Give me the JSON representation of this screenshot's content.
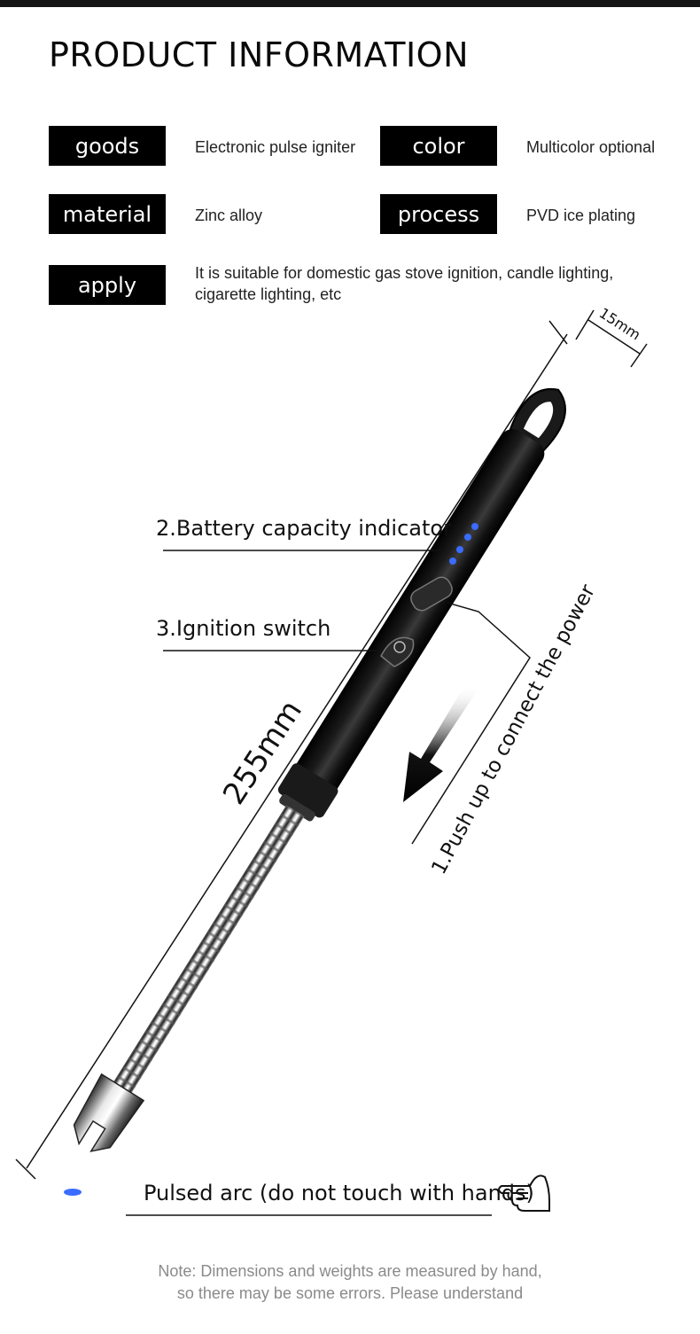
{
  "title": "PRODUCT INFORMATION",
  "specs": [
    {
      "tag": "goods",
      "value": "Electronic pulse igniter"
    },
    {
      "tag": "color",
      "value": "Multicolor optional"
    },
    {
      "tag": "material",
      "value": "Zinc alloy"
    },
    {
      "tag": "process",
      "value": "PVD ice plating"
    },
    {
      "tag": "apply",
      "value_line1": "It is suitable for domestic gas stove ignition, candle lighting,",
      "value_line2": "cigarette lighting, etc"
    }
  ],
  "diagram": {
    "width_label": "15mm",
    "length_label": "255mm",
    "callout_battery": "2.Battery capacity indicator",
    "callout_switch": "3.Ignition switch",
    "callout_push": "1.Push up to connect the power",
    "callout_arc": "Pulsed arc (do not touch with hands)",
    "indicator_color": "#3a6cff"
  },
  "note": {
    "line1": "Note: Dimensions and weights are measured by hand,",
    "line2": "so there may be some errors. Please understand"
  }
}
